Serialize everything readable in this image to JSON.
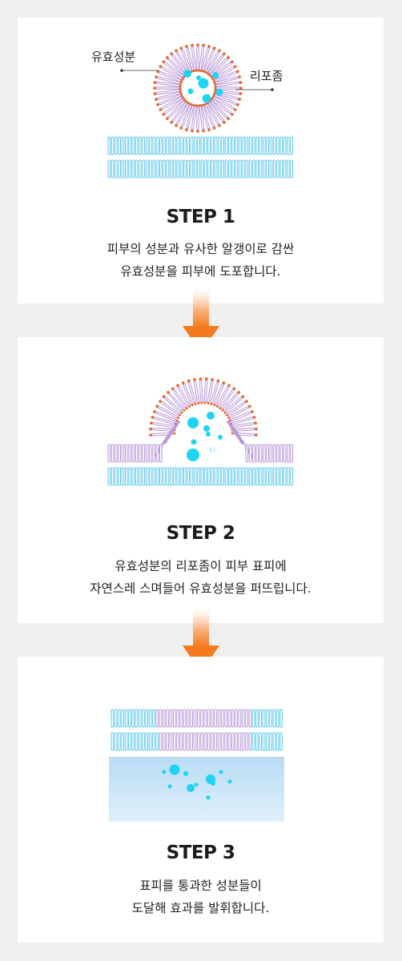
{
  "colors": {
    "page_bg": "#efefef",
    "card_bg": "#ffffff",
    "lipid_purple": "#b99ad8",
    "lipid_blue": "#63c9ea",
    "head_orange": "#e8632a",
    "ingredient_cyan": "#1fd4f2",
    "arrow_orange": "#f47a1d"
  },
  "step1": {
    "title": "STEP 1",
    "line1": "피부의 성분과 유사한 알갱이로 감싼",
    "line2": "유효성분을 피부에 도포합니다.",
    "label_ingredient": "유효성분",
    "label_liposome": "리포좀"
  },
  "step2": {
    "title": "STEP 2",
    "line1": "유효성분의 리포좀이 피부 표피에",
    "line2": "자연스레 스며들어 유효성분을 퍼뜨립니다."
  },
  "step3": {
    "title": "STEP 3",
    "line1": "표피를 통과한 성분들이",
    "line2": "도달해 효과를 발휘합니다."
  }
}
